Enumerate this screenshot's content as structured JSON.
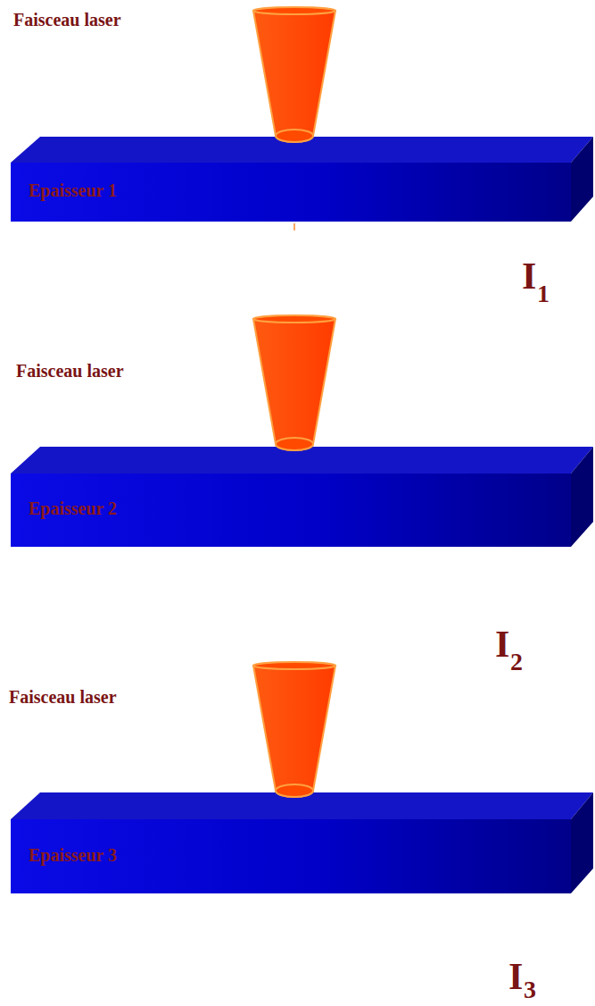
{
  "diagram": {
    "nodes": [
      {
        "text": [
          "Epaisseur 1"
        ]
      },
      {
        "text": [
          "Epaisseur 2"
        ]
      },
      {
        "text": [
          "Epaisseur 3"
        ]
      }
    ],
    "labels": [
      "Faisceau laser",
      "I",
      "1",
      "Faisceau laser",
      "I",
      "2",
      "Faisceau laser",
      "I",
      "3"
    ]
  }
}
